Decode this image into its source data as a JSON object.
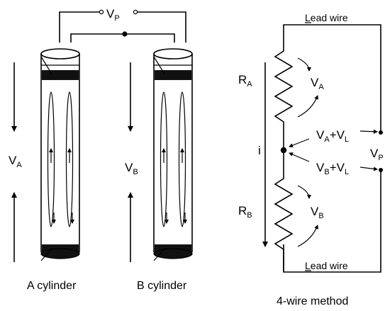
{
  "left": {
    "vp": {
      "main": "V",
      "sub": "P"
    },
    "va": {
      "main": "V",
      "sub": "A"
    },
    "vb": {
      "main": "V",
      "sub": "B"
    },
    "cylinder_a_label": "A cylinder",
    "cylinder_b_label": "B cylinder"
  },
  "right": {
    "lead_wire_top": "Lead wire",
    "lead_wire_bottom": "Lead wire",
    "ra": {
      "main": "R",
      "sub": "A"
    },
    "rb": {
      "main": "R",
      "sub": "B"
    },
    "va": {
      "main": "V",
      "sub": "A"
    },
    "vb": {
      "main": "V",
      "sub": "B"
    },
    "current": "i",
    "val": {
      "main": "V",
      "sub1": "A",
      "mid": "+V",
      "sub2": "L"
    },
    "vbl": {
      "main": "V",
      "sub1": "B",
      "mid": "+V",
      "sub2": "L"
    },
    "vp": {
      "main": "V",
      "sub": "P"
    },
    "method_label": "4-wire method"
  }
}
